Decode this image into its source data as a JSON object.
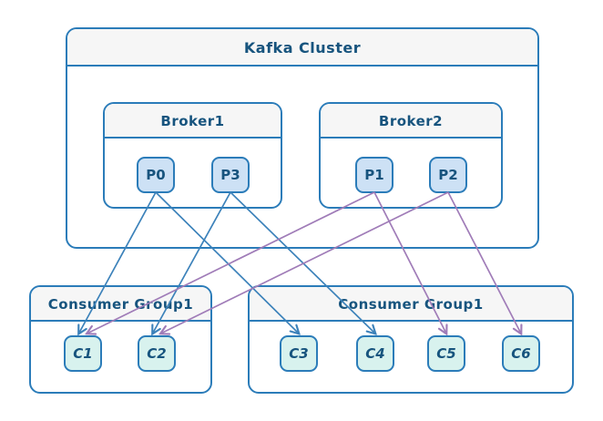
{
  "diagram": {
    "cluster": {
      "title": "Kafka Cluster"
    },
    "brokers": [
      {
        "name": "Broker1",
        "partitions": [
          "P0",
          "P3"
        ]
      },
      {
        "name": "Broker2",
        "partitions": [
          "P1",
          "P2"
        ]
      }
    ],
    "groups": [
      {
        "name": "Consumer Group1",
        "consumers": [
          "C1",
          "C2"
        ]
      },
      {
        "name": "Consumer Group1",
        "consumers": [
          "C3",
          "C4",
          "C5",
          "C6"
        ]
      }
    ],
    "edges": [
      {
        "from": "P0",
        "to": "C1",
        "color": "blue"
      },
      {
        "from": "P0",
        "to": "C3",
        "color": "blue"
      },
      {
        "from": "P3",
        "to": "C2",
        "color": "blue"
      },
      {
        "from": "P3",
        "to": "C4",
        "color": "blue"
      },
      {
        "from": "P1",
        "to": "C1",
        "color": "purple"
      },
      {
        "from": "P1",
        "to": "C5",
        "color": "purple"
      },
      {
        "from": "P2",
        "to": "C2",
        "color": "purple"
      },
      {
        "from": "P2",
        "to": "C6",
        "color": "purple"
      }
    ],
    "colors": {
      "node_border": "#2b7cb9",
      "text": "#17547e",
      "partition_fill": "#cde1f5",
      "consumer_fill": "#d8f2ee",
      "header_fill": "#f6f6f6",
      "arrow_blue": "#3c82ba",
      "arrow_purple": "#a07cb8"
    }
  }
}
